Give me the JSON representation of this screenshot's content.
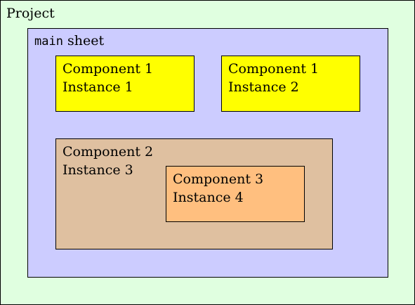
{
  "project": {
    "label": "Project",
    "color": "#e0ffe0"
  },
  "sheet": {
    "name_code": "main",
    "name_text": "sheet",
    "color": "#ccccff"
  },
  "instances": [
    {
      "line1": "Component 1",
      "line2": "Instance 1",
      "color": "#ffff00"
    },
    {
      "line1": "Component 1",
      "line2": "Instance 2",
      "color": "#ffff00"
    },
    {
      "line1": "Component 2",
      "line2": "Instance 3",
      "color": "#dfc0a0"
    },
    {
      "line1": "Component 3",
      "line2": "Instance 4",
      "color": "#ffbf7f"
    }
  ]
}
